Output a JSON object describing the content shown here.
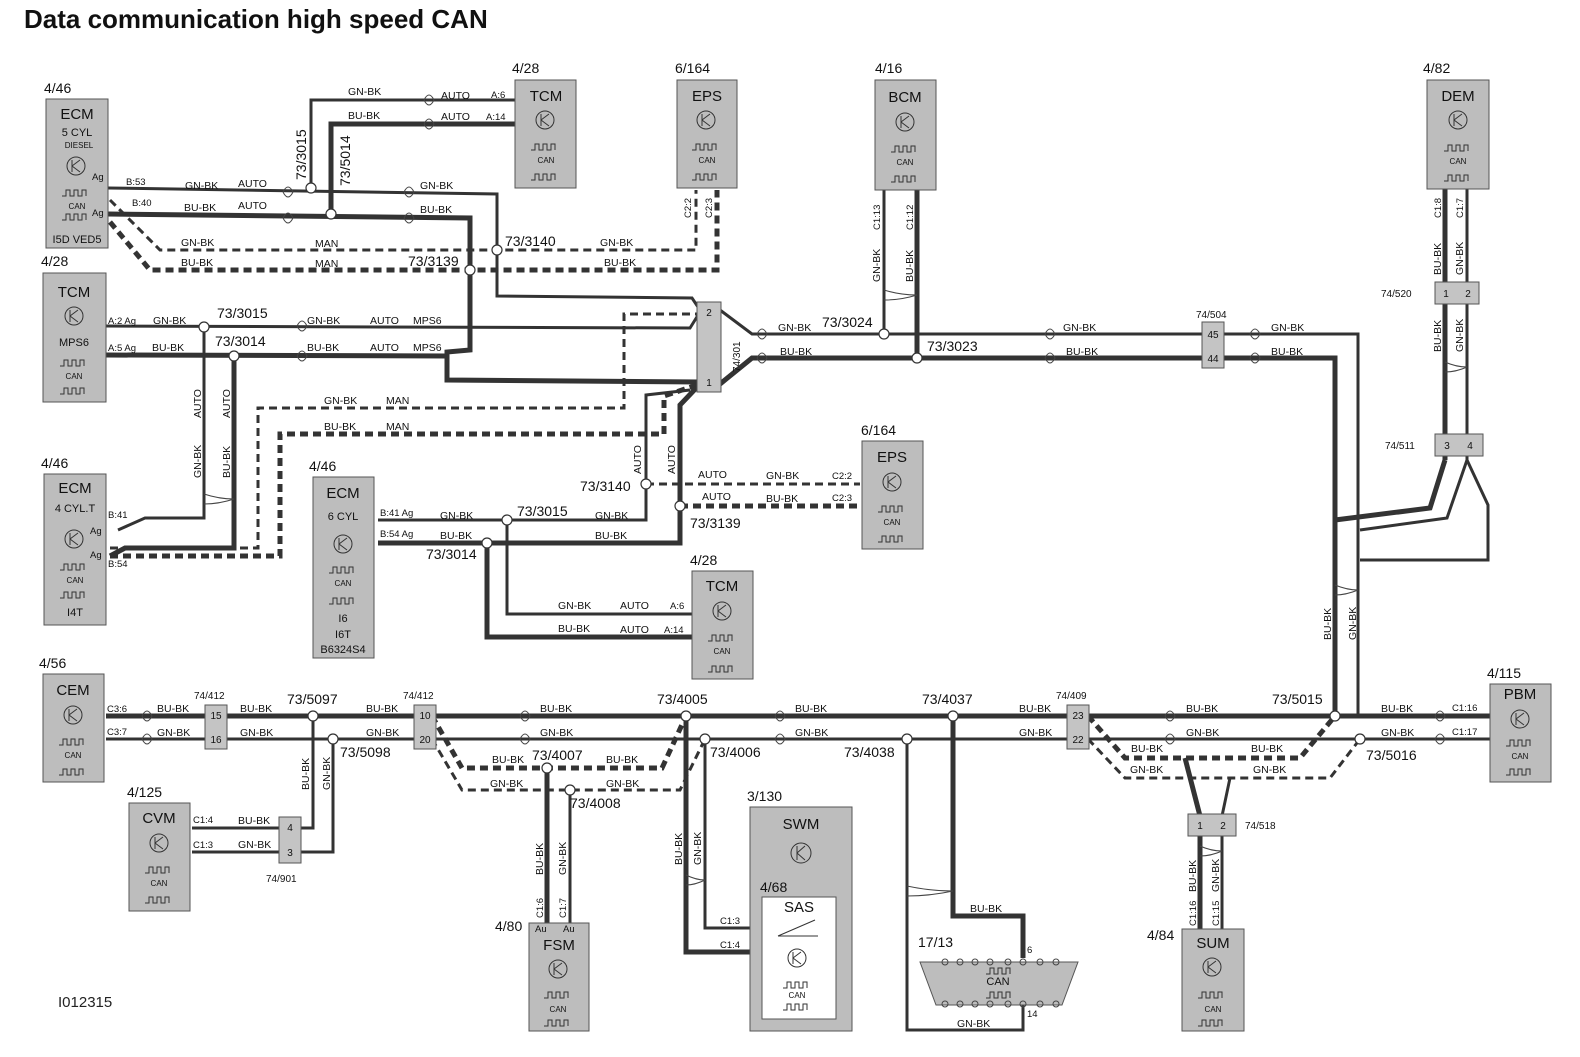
{
  "title": "Data communication high speed CAN",
  "doc_id": "I012315",
  "modules": [
    {
      "id": "ecm_5cyl",
      "name": "ECM",
      "ref": "4/46",
      "lines": [
        "5 CYL",
        "DIESEL",
        "I5D VED5"
      ]
    },
    {
      "id": "tcm_top",
      "name": "TCM",
      "ref": "4/28",
      "lines": []
    },
    {
      "id": "eps_top",
      "name": "EPS",
      "ref": "6/164",
      "lines": []
    },
    {
      "id": "bcm",
      "name": "BCM",
      "ref": "4/16",
      "lines": []
    },
    {
      "id": "dem",
      "name": "DEM",
      "ref": "4/82",
      "lines": []
    },
    {
      "id": "tcm_mps6",
      "name": "TCM",
      "ref": "4/28",
      "lines": [
        "MPS6"
      ]
    },
    {
      "id": "ecm_4cyl",
      "name": "ECM",
      "ref": "4/46",
      "lines": [
        "4 CYL.T",
        "I4T"
      ]
    },
    {
      "id": "ecm_6cyl",
      "name": "ECM",
      "ref": "4/46",
      "lines": [
        "6 CYL",
        "I6",
        "I6T",
        "B6324S4"
      ]
    },
    {
      "id": "eps_mid",
      "name": "EPS",
      "ref": "6/164",
      "lines": []
    },
    {
      "id": "tcm_mid",
      "name": "TCM",
      "ref": "4/28",
      "lines": []
    },
    {
      "id": "cem",
      "name": "CEM",
      "ref": "4/56",
      "lines": []
    },
    {
      "id": "pbm",
      "name": "PBM",
      "ref": "4/115",
      "lines": []
    },
    {
      "id": "cvm",
      "name": "CVM",
      "ref": "4/125",
      "lines": []
    },
    {
      "id": "swm",
      "name": "SWM",
      "ref": "3/130",
      "lines": []
    },
    {
      "id": "sas",
      "name": "SAS",
      "ref": "4/68",
      "lines": []
    },
    {
      "id": "fsm",
      "name": "FSM",
      "ref": "4/80",
      "lines": []
    },
    {
      "id": "sum",
      "name": "SUM",
      "ref": "4/84",
      "lines": []
    },
    {
      "id": "dlc",
      "name": "CAN",
      "ref": "17/13",
      "lines": []
    }
  ],
  "labels": {
    "can": "CAN",
    "ag": "Ag",
    "au": "Au",
    "gnbk": "GN-BK",
    "bubk": "BU-BK",
    "auto": "AUTO",
    "man": "MAN",
    "mps6": "MPS6",
    "b53": "B:53",
    "b40": "B:40",
    "b41": "B:41",
    "b54": "B:54",
    "b41ag": "B:41 Ag",
    "b54ag": "B:54 Ag",
    "a6": "A:6",
    "a14": "A:14",
    "a2ag": "A:2 Ag",
    "a5ag": "A:5 Ag",
    "c22": "C2:2",
    "c23": "C2:3",
    "c113": "C1:13",
    "c112": "C1:12",
    "c18": "C1:8",
    "c17": "C1:7",
    "c36": "C3:6",
    "c37": "C3:7",
    "c116": "C1:16",
    "c117": "C1:17",
    "c14": "C1:4",
    "c13": "C1:3",
    "c16": "C1:6",
    "c115": "C1:15",
    "p6": "6",
    "p14": "14"
  },
  "splices": [
    "73/3015",
    "73/5014",
    "73/3140",
    "73/3139",
    "73/3015",
    "73/3014",
    "73/3140",
    "73/3139",
    "73/3015",
    "73/3014",
    "73/3024",
    "73/3023",
    "73/5097",
    "73/5098",
    "73/4005",
    "73/4006",
    "73/4007",
    "73/4008",
    "73/4037",
    "73/4038",
    "73/5015",
    "73/5016"
  ],
  "connectors": [
    {
      "ref": "74/301",
      "pins": [
        "2",
        "1"
      ]
    },
    {
      "ref": "74/504",
      "pins": [
        "45",
        "44"
      ]
    },
    {
      "ref": "74/520",
      "pins": [
        "1",
        "2"
      ]
    },
    {
      "ref": "74/511",
      "pins": [
        "3",
        "4"
      ]
    },
    {
      "ref": "74/412",
      "pins": [
        "15",
        "16"
      ]
    },
    {
      "ref": "74/412",
      "pins": [
        "10",
        "20"
      ]
    },
    {
      "ref": "74/409",
      "pins": [
        "23",
        "22"
      ]
    },
    {
      "ref": "74/901",
      "pins": [
        "4",
        "3"
      ]
    },
    {
      "ref": "74/518",
      "pins": [
        "1",
        "2"
      ]
    }
  ]
}
